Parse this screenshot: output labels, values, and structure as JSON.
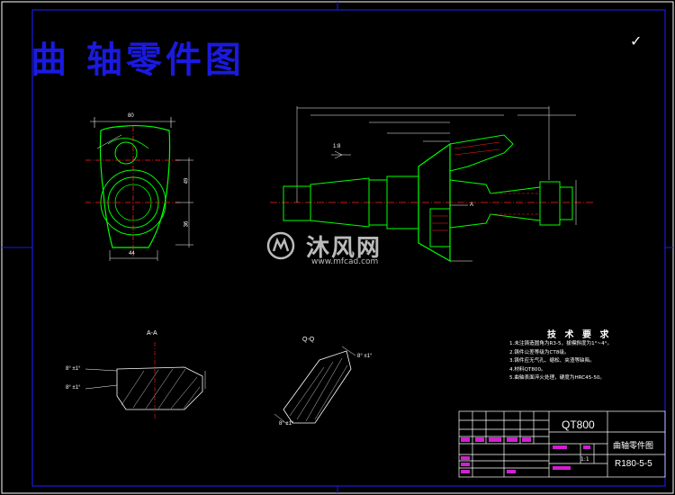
{
  "drawing": {
    "title": "曲 轴零件图",
    "check_mark": "✓",
    "section_a": "A-A",
    "section_q": "Q-Q",
    "technical_requirements": {
      "heading": "技 术 要 求",
      "items": [
        "1.未注铸造圆角为R3-5，拔模斜度为1°~4°。",
        "2.铸件公差等级为CT8级。",
        "3.铸件应无气孔、缩松、夹渣等缺陷。",
        "4.材料QT800。",
        "5.曲轴表面淬火处理，硬度为HRC45-50。"
      ]
    },
    "dimension_labels": {
      "top_left_width": "80",
      "left_height_a": "49",
      "left_height_b": "36",
      "left_bottom": "44",
      "taper": "1:8",
      "angle_a": "8° ±1°",
      "angle_b": "8° ±1°",
      "angle_c": "8° ±1°",
      "angle_d": "8° ±1°",
      "section_marker": "A"
    },
    "title_block": {
      "material": "QT800",
      "part_name": "曲轴零件图",
      "drawing_code": "R180-5-5",
      "scale": "1:1"
    },
    "watermark": {
      "text": "沐风网",
      "url": "www.mfcad.com"
    }
  }
}
